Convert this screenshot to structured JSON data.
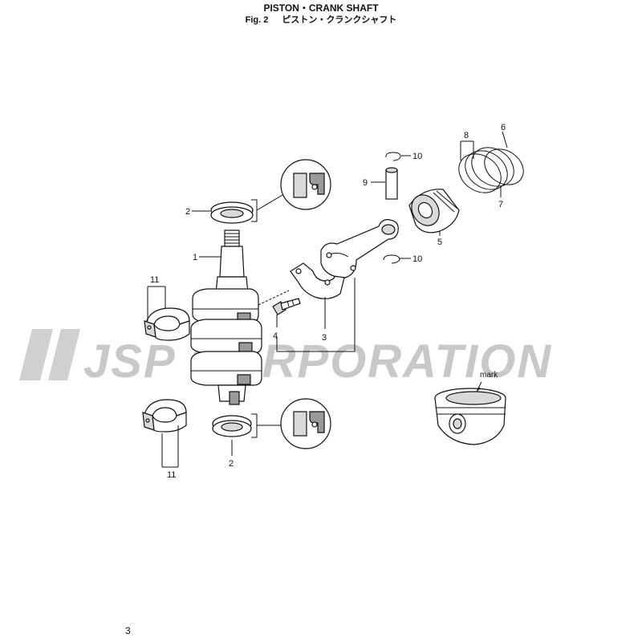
{
  "header": {
    "title": "PISTON・CRANK SHAFT",
    "fig_label": "Fig. 2",
    "fig_title_jp": "ピストン・クランクシャフト"
  },
  "watermark": "JSP CORPORATION",
  "callouts": {
    "c1": "1",
    "c2_top": "2",
    "c2_bottom": "2",
    "c3": "3",
    "c4": "4",
    "c5": "5",
    "c6": "6",
    "c7": "7",
    "c8": "8",
    "c9": "9",
    "c10_top": "10",
    "c10_bottom": "10",
    "c11_top": "11",
    "c11_bottom": "11"
  },
  "mark_label": "mark",
  "page_number": "3"
}
